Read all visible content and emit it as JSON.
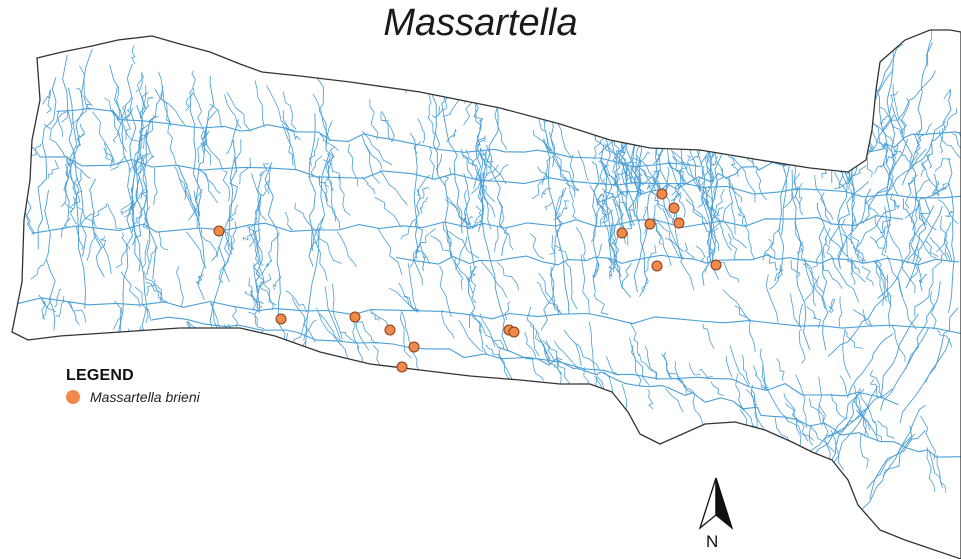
{
  "title": "Massartella",
  "legend": {
    "title": "LEGEND",
    "items": [
      {
        "label": "Massartella brieni",
        "color": "#f08a4b"
      }
    ]
  },
  "north_arrow": {
    "label": "N"
  },
  "colors": {
    "boundary": "#333333",
    "river": "#4a9fd6",
    "point": "#f08a4b",
    "point_stroke": "#8a3d1a"
  }
}
